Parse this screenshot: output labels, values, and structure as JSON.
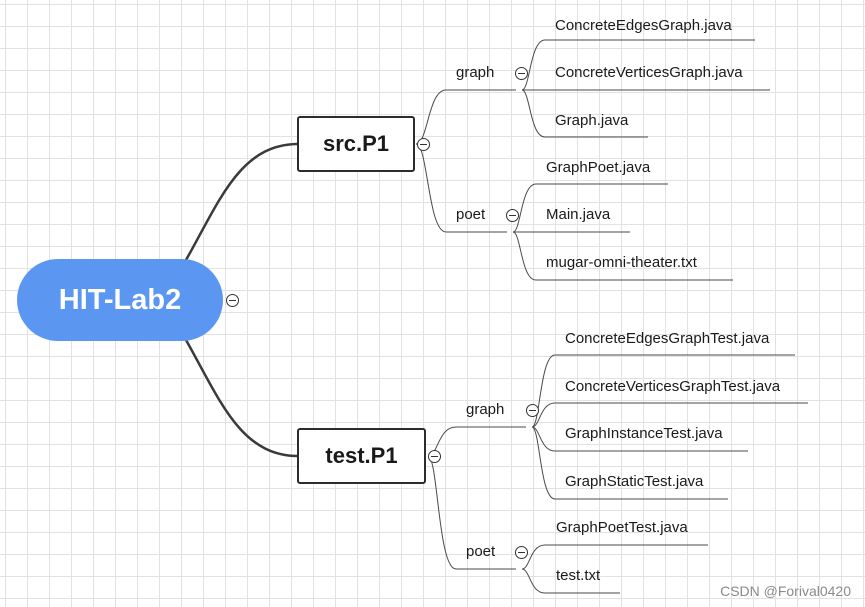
{
  "root": "HIT-Lab2",
  "src": {
    "label": "src.P1",
    "graph": {
      "label": "graph",
      "files": [
        "ConcreteEdgesGraph.java",
        "ConcreteVerticesGraph.java",
        "Graph.java"
      ]
    },
    "poet": {
      "label": "poet",
      "files": [
        "GraphPoet.java",
        "Main.java",
        "mugar-omni-theater.txt"
      ]
    }
  },
  "test": {
    "label": "test.P1",
    "graph": {
      "label": "graph",
      "files": [
        "ConcreteEdgesGraphTest.java",
        "ConcreteVerticesGraphTest.java",
        "GraphInstanceTest.java",
        "GraphStaticTest.java"
      ]
    },
    "poet": {
      "label": "poet",
      "files": [
        "GraphPoetTest.java",
        "test.txt"
      ]
    }
  },
  "watermark": "CSDN @Forival0420",
  "colors": {
    "root_fill": "#5b97f0",
    "connector": "#3a3a3a",
    "grid": "#e2e2e2"
  },
  "icons": {
    "collapse_toggle": "circle-minus-icon"
  }
}
